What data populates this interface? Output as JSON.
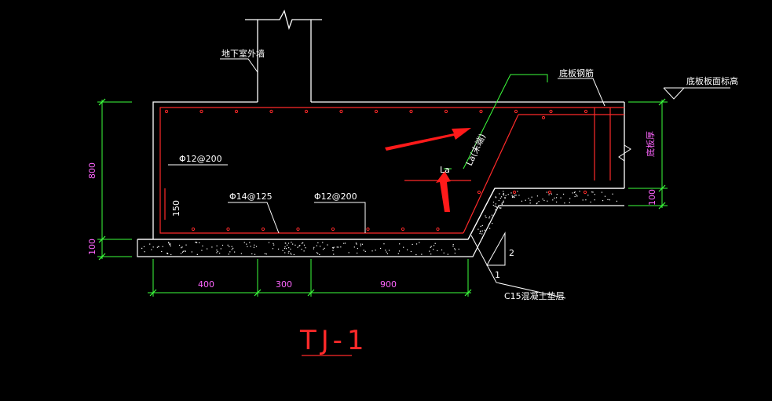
{
  "labels": {
    "basement_wall": "地下室外墙",
    "slab_rebar": "底板钢筋",
    "slab_elevation": "底板板面标高",
    "slab_thickness": "底板厚",
    "anchorage_la_inclined": "La(末端)",
    "anchorage_la": "La",
    "rebar_top": "Φ12@200",
    "rebar_bottom_1": "Φ14@125",
    "rebar_bottom_2": "Φ12@200",
    "dim_150": "150",
    "cushion": "C15混凝土垫层",
    "slope_2": "2",
    "slope_1": "1"
  },
  "dimensions": {
    "height_800": "800",
    "height_100_left": "100",
    "height_100_right": "100",
    "width_400": "400",
    "width_300": "300",
    "width_900": "900"
  },
  "title": "TJ-1",
  "colors": {
    "background": "#000000",
    "outline": "#ffffff",
    "rebar": "#ff2a2a",
    "dimension": "#3cff3c",
    "dim_text": "#ff66ff",
    "arrow": "#ff1a1a"
  }
}
